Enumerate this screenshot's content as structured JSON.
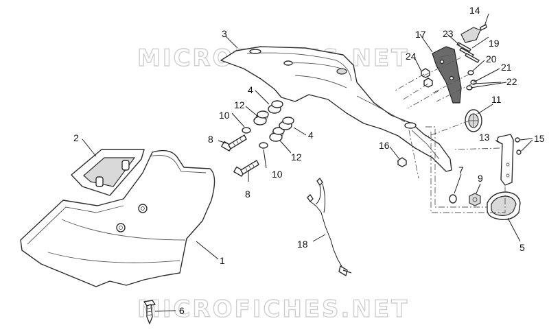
{
  "watermark": {
    "text": "MICROFICHES.NET"
  },
  "callouts": {
    "c1": "1",
    "c2": "2",
    "c3": "3",
    "c4a": "4",
    "c4b": "4",
    "c5": "5",
    "c6": "6",
    "c7": "7",
    "c8a": "8",
    "c8b": "8",
    "c9": "9",
    "c10a": "10",
    "c10b": "10",
    "c11": "11",
    "c12a": "12",
    "c12b": "12",
    "c13": "13",
    "c14": "14",
    "c15": "15",
    "c16": "16",
    "c17": "17",
    "c18": "18",
    "c19": "19",
    "c20": "20",
    "c21": "21",
    "c22": "22",
    "c23": "23",
    "c24": "24"
  },
  "icons": {
    "screw": "screw-icon",
    "nut": "nut-icon",
    "washer": "washer-icon",
    "grommet": "grommet-icon"
  }
}
